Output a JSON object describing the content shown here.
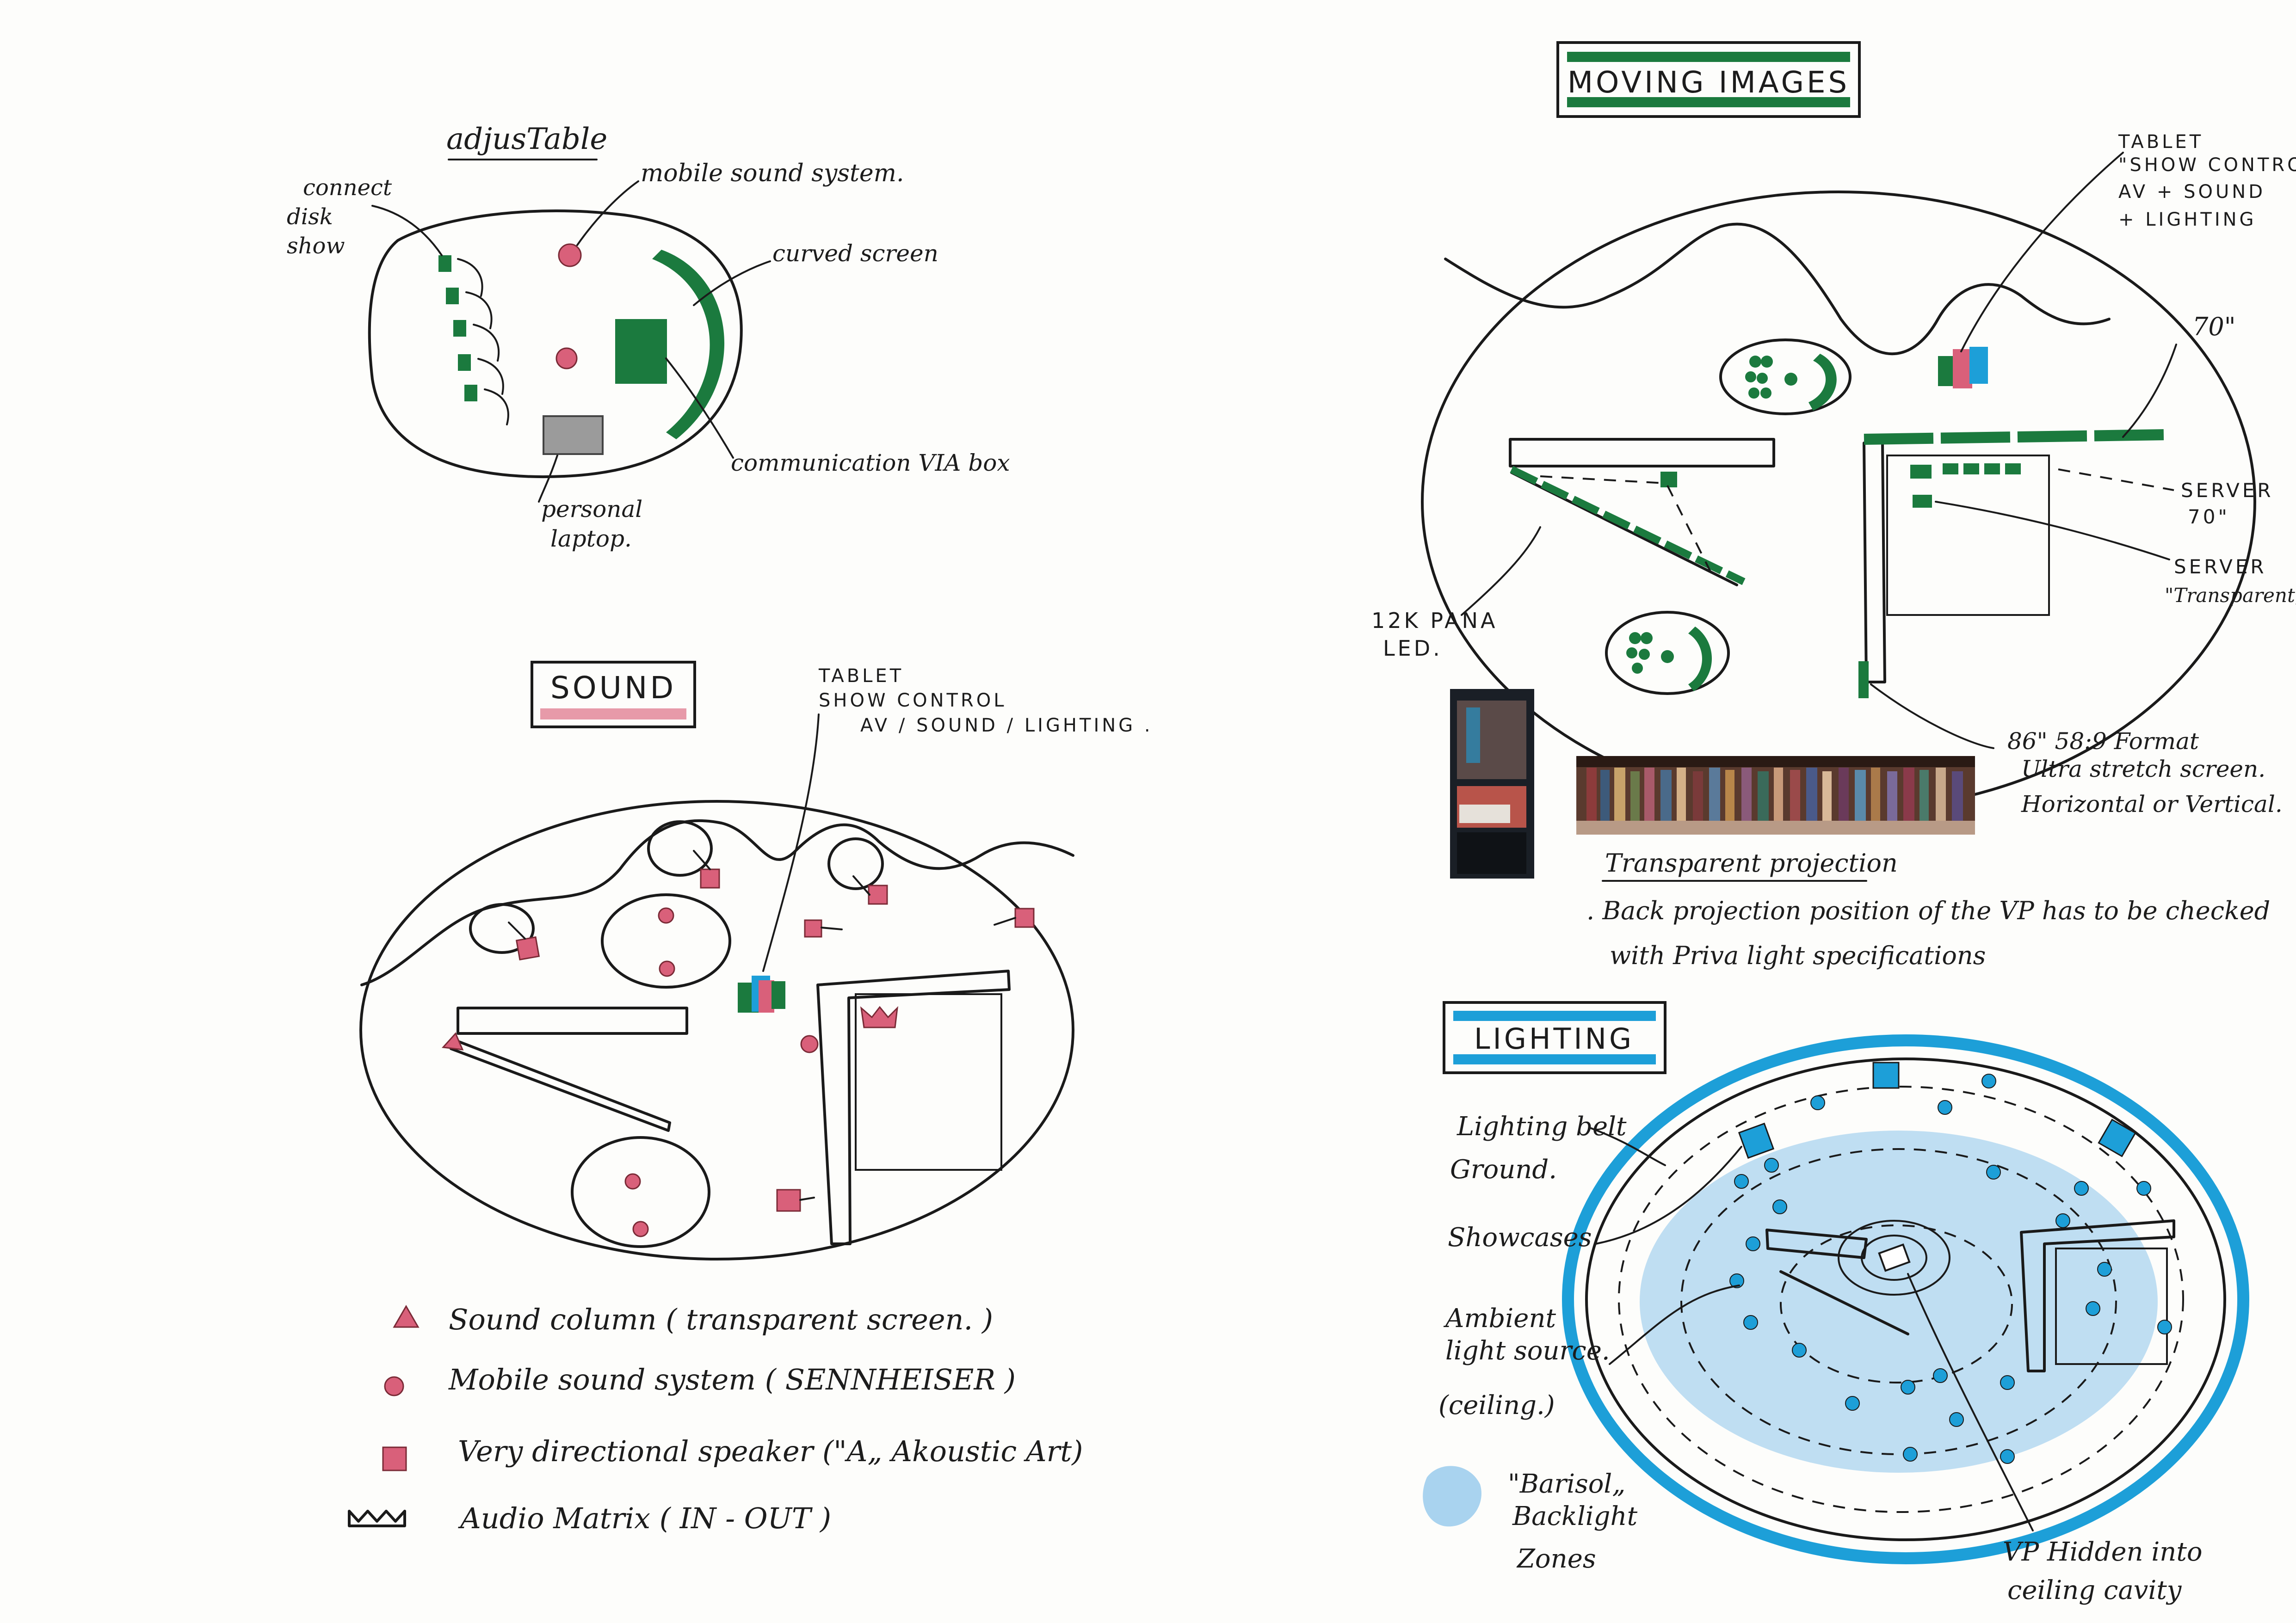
{
  "colors": {
    "green": "#1b7a3e",
    "pink": "#d9607a",
    "blue": "#1d9fd8",
    "light_blue": "#a9d3ef",
    "grey": "#9b9b9b"
  },
  "adjustable": {
    "title": "adjusTable",
    "labels": {
      "connect": [
        "connect",
        "disk",
        "show"
      ],
      "mobile": "mobile sound system.",
      "curved": "curved screen",
      "comm": "communication VIA box",
      "laptop": [
        "personal",
        "laptop."
      ]
    }
  },
  "sound": {
    "title": "SOUND",
    "tablet": [
      "TABLET",
      "SHOW CONTROL",
      "AV / SOUND / LIGHTING ."
    ],
    "legend": [
      {
        "symbol": "triangle",
        "text": "Sound column  ( transparent  screen. )"
      },
      {
        "symbol": "circle",
        "text": "Mobile  sound  system  ( SENNHEISER )"
      },
      {
        "symbol": "square",
        "text": "Very directional speaker (\"A„ Akoustic Art)"
      },
      {
        "symbol": "crown",
        "text": "Audio  Matrix   ( IN - OUT )"
      }
    ]
  },
  "moving": {
    "title": "MOVING IMAGES",
    "labels": {
      "tablet": [
        "TABLET",
        "\"SHOW CONTROL„",
        "AV + SOUND",
        "+ LIGHTING"
      ],
      "seventy": "70\"",
      "server70": [
        "SERVER",
        "70\""
      ],
      "servertr": [
        "SERVER",
        "\"Transparent„"
      ],
      "led": [
        "12K PANA",
        "LED."
      ],
      "eighty": [
        "86\" 58:9 Format",
        "Ultra stretch screen.",
        "Horizontal or Vertical."
      ]
    },
    "transparent_heading": "Transparent  projection",
    "transparent_note": [
      ". Back projection position of the VP has to be checked",
      "with Priva light specifications"
    ]
  },
  "lighting": {
    "title": "LIGHTING",
    "labels": {
      "belt": [
        "Lighting belt",
        "Ground."
      ],
      "showcases": "Showcases",
      "ambient": [
        "Ambient",
        "light source.",
        "(ceiling.)"
      ],
      "barisol": [
        "\"Barisol„",
        "Backlight",
        "Zones"
      ],
      "vp": [
        "VP Hidden into",
        "ceiling cavity"
      ]
    }
  }
}
